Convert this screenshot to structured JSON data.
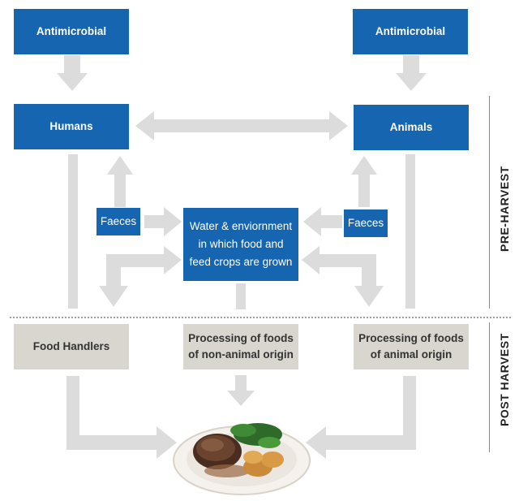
{
  "nodes": {
    "antimicrobial_left": "Antimicrobial",
    "antimicrobial_right": "Antimicrobial",
    "humans": "Humans",
    "animals": "Animals",
    "faeces_left": "Faeces",
    "faeces_right": "Faeces",
    "water_environment": "Water & enviornment in which food and feed crops are grown",
    "food_handlers": "Food Handlers",
    "processing_non_animal": "Processing of foods of non-animal origin",
    "processing_animal": "Processing of foods of animal origin"
  },
  "stages": {
    "pre_harvest": "PRE-HARVEST",
    "post_harvest": "POST HARVEST"
  },
  "colors": {
    "blue_box": "#1565b0",
    "grey_box": "#d9d6d0",
    "arrow": "#dcdcdc",
    "divider": "#9a9a9a"
  },
  "icons": {
    "plate": "steak-plate-image"
  }
}
